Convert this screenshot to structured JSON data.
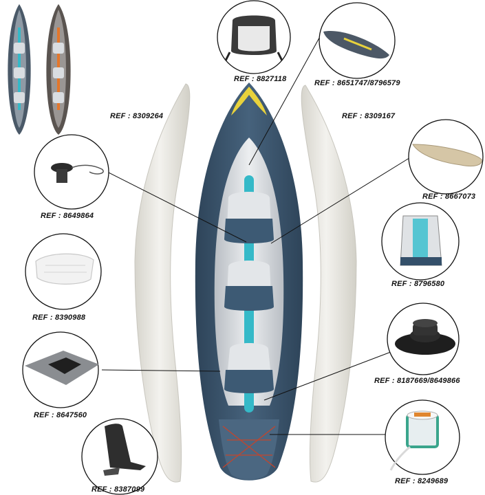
{
  "colors": {
    "hull": "#3c556d",
    "hull_dark": "#2c4055",
    "accent": "#35b9c8",
    "side_tube": "#e8e6df",
    "floor_grey": "#d9dbdd",
    "seat": "#e6e8ea",
    "bungee": "#c2452d",
    "callout_stroke": "#111111"
  },
  "icons": {
    "seat_backrest": "seat-backrest-icon",
    "paddle_bag": "paddle-bag-icon",
    "pump_hose": "pump-hose-icon",
    "floor_board": "floor-board-icon",
    "seat_cushion": "seat-cushion-icon",
    "backpack": "backpack-icon",
    "drain_plug": "repair-patch-icon",
    "valve": "valve-icon",
    "fin": "fin-icon",
    "cord_spool": "cord-spool-icon"
  },
  "refs": {
    "seat_backrest": "REF : 8827118",
    "paddle_bag": "REF : 8651747/8796579",
    "tube_left": "REF : 8309264",
    "tube_right": "REF : 8309167",
    "pump_hose": "REF : 8649864",
    "floor_board": "REF : 8667073",
    "backpack": "REF : 8796580",
    "seat_cushion": "REF : 8390988",
    "valve": "REF : 8187669/8649866",
    "repair_patch": "REF : 8647560",
    "cord_spool": "REF : 8249689",
    "fin": "REF : 8387099"
  }
}
